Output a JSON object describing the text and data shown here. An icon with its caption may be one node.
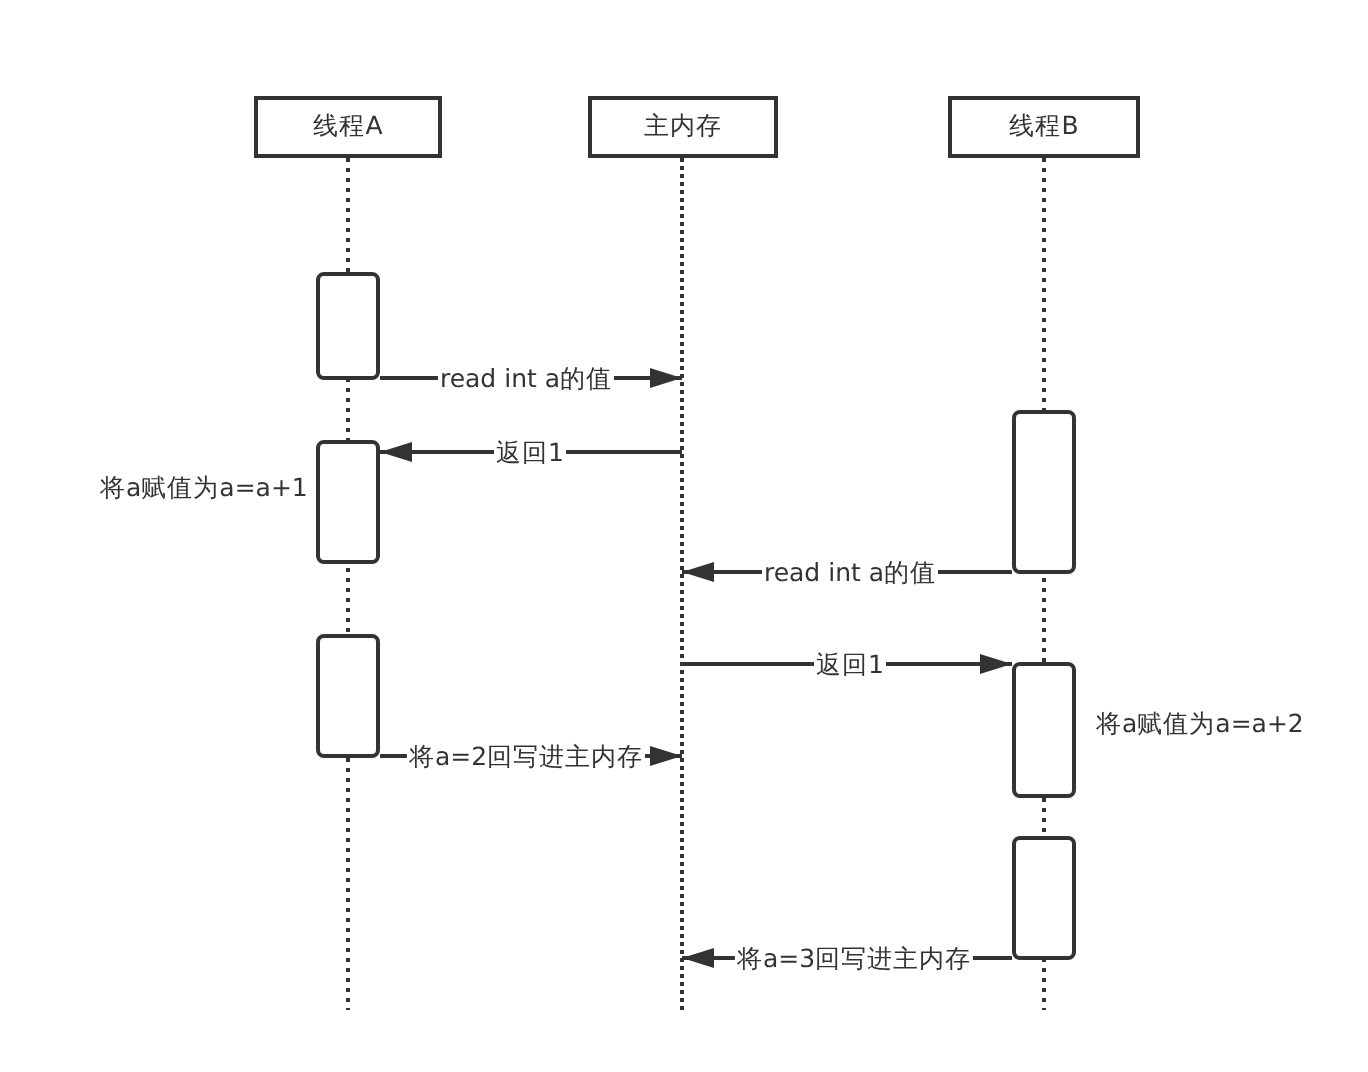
{
  "diagram": {
    "nodes": [
      {
        "text": [
          "线程A"
        ]
      },
      {
        "text": [
          "主内存"
        ]
      },
      {
        "text": [
          "线程B"
        ]
      },
      {
        "text": [],
        "shape": "bar"
      },
      {
        "text": [],
        "shape": "box"
      },
      {
        "text": [],
        "shape": "box",
        "beside": [
          "将a赋值为a=a+1"
        ]
      },
      {
        "text": [],
        "shape": "box"
      },
      {
        "text": [],
        "shape": "box"
      },
      {
        "text": [],
        "shape": "box",
        "beside": [
          "将a赋值为a=a+2"
        ]
      },
      {
        "text": [],
        "shape": "box"
      }
    ],
    "edges": [
      {
        "from": 4,
        "to": 3,
        "arrow": "to",
        "label": "read int a的值"
      },
      {
        "from": 3,
        "to": 5,
        "arrow": "to",
        "label": "返回1"
      },
      {
        "from": 6,
        "to": 3,
        "arrow": "to",
        "label": "read int a的值"
      },
      {
        "from": 3,
        "to": 8,
        "arrow": "to",
        "label": "返回1"
      },
      {
        "from": 7,
        "to": 3,
        "arrow": "to",
        "label": "将a=2回写进主内存"
      },
      {
        "from": 9,
        "to": 3,
        "arrow": "to",
        "label": "将a=3回写进主内存"
      }
    ]
  }
}
